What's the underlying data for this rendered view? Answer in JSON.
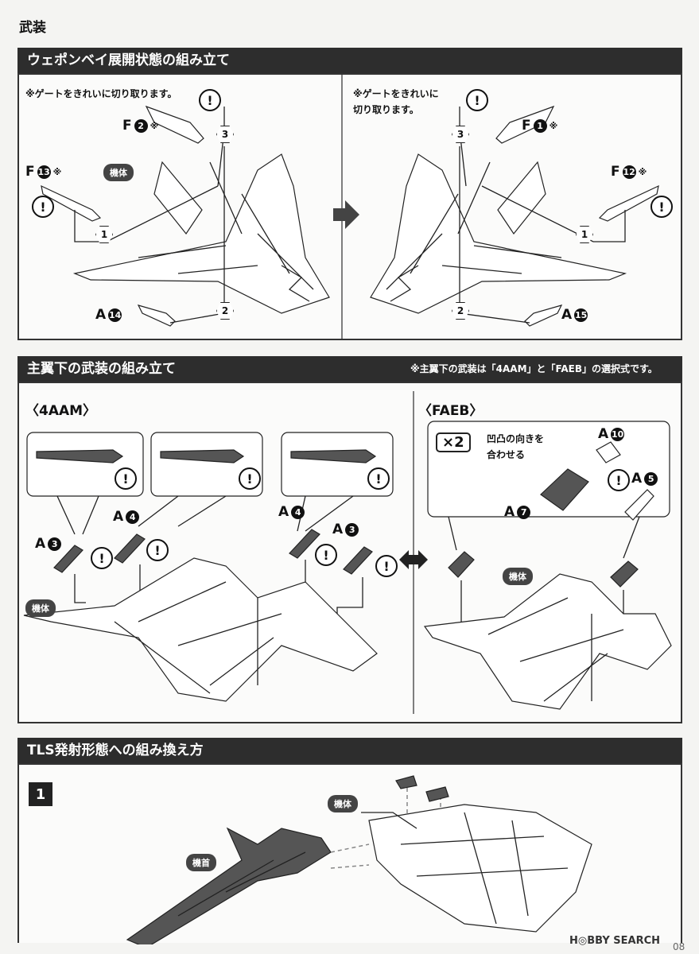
{
  "page": {
    "section_title": "武装",
    "page_number": "08"
  },
  "weapon_bay": {
    "header": "ウェポンベイ展開状態の組み立て",
    "note_left": "※ゲートをきれいに切り取ります。",
    "note_right": "※ゲートをきれいに\n切り取ります。",
    "fuselage_tag": "機体",
    "left_parts": [
      {
        "letter": "F",
        "number": "2",
        "mark": "※"
      },
      {
        "letter": "F",
        "number": "13",
        "mark": "※"
      },
      {
        "letter": "A",
        "number": "14",
        "mark": ""
      }
    ],
    "right_parts": [
      {
        "letter": "F",
        "number": "1",
        "mark": "※"
      },
      {
        "letter": "F",
        "number": "12",
        "mark": "※"
      },
      {
        "letter": "A",
        "number": "15",
        "mark": ""
      }
    ],
    "steps": [
      "1",
      "2",
      "3"
    ],
    "caution_icon": "!"
  },
  "underwing": {
    "header": "主翼下の武装の組み立て",
    "note": "※主翼下の武装は「4AAM」と「FAEB」の選択式です。",
    "option_4aam": "〈4AAM〉",
    "option_faeb": "〈FAEB〉",
    "fuselage_tag": "機体",
    "parts_4aam": [
      {
        "letter": "A",
        "number": "3"
      },
      {
        "letter": "A",
        "number": "4"
      },
      {
        "letter": "A",
        "number": "4"
      },
      {
        "letter": "A",
        "number": "3"
      }
    ],
    "faeb_multiplier": "×2",
    "faeb_callout": "凹凸の向きを\n合わせる",
    "parts_faeb": [
      {
        "letter": "A",
        "number": "10"
      },
      {
        "letter": "A",
        "number": "5"
      },
      {
        "letter": "A",
        "number": "7"
      }
    ]
  },
  "tls": {
    "header": "TLS発射形態への組み換え方",
    "step": "1",
    "fuselage_tag": "機体",
    "nose_tag": "機首"
  },
  "watermark": {
    "brand": "H◎BBY SEARCH"
  }
}
